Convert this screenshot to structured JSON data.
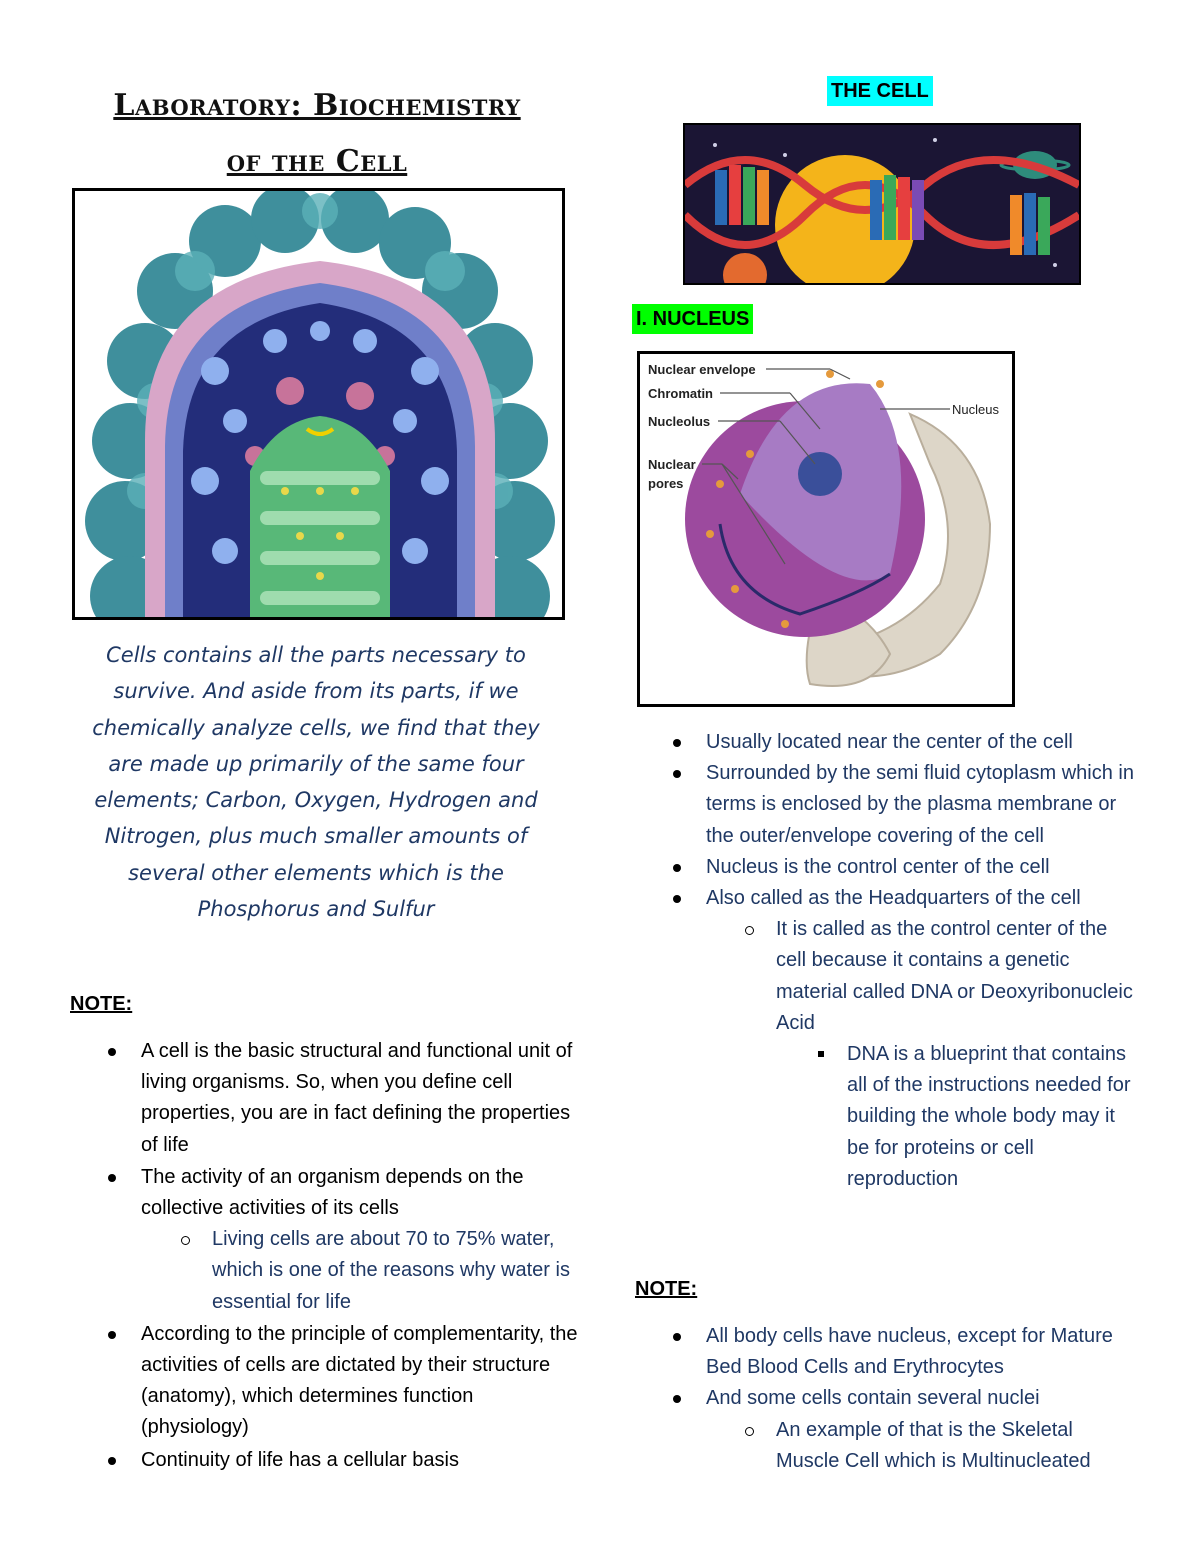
{
  "title": {
    "line1": "Laboratory: Biochemistry",
    "line2": "of the Cell"
  },
  "intro_text": "Cells contains all the parts necessary to survive. And aside from its parts, if we chemically analyze cells, we find that they are made up primarily of the same four elements; Carbon, Oxygen, Hydrogen and Nitrogen, plus much smaller amounts of several other elements which is the Phosphorus and Sulfur",
  "left_note": {
    "heading": "NOTE:",
    "bullets": [
      "A cell is the basic structural and functional unit of living organisms. So, when you define cell properties, you are in fact defining the properties of life",
      "The activity of an organism depends on the collective activities of its cells",
      "Living cells are about 70 to 75% water, which is one of the reasons why water is essential for life",
      "According to the principle of complementarity, the activities of cells are dictated by their structure (anatomy), which determines function (physiology)",
      "Continuity of life has a cellular basis"
    ]
  },
  "right": {
    "section_title": "THE CELL",
    "section_title_color": "#00ffff",
    "nucleus_heading": "I. NUCLEUS",
    "nucleus_heading_color": "#00ff00",
    "diagram_labels": {
      "envelope": "Nuclear envelope",
      "chromatin": "Chromatin",
      "nucleolus": "Nucleolus",
      "pores_1": "Nuclear",
      "pores_2": "pores",
      "nucleus": "Nucleus"
    },
    "bullets": [
      "Usually located near the center of the cell",
      "Surrounded by the semi fluid cytoplasm which in terms is enclosed by the plasma membrane or the outer/envelope covering of the cell",
      "Nucleus is the control center of the cell",
      "Also called as the Headquarters of the cell",
      "It is called as the control center of the cell because it contains a genetic material called DNA or Deoxyribonucleic Acid",
      "DNA is a blueprint that contains all of the instructions needed for building the whole body may it be for proteins or cell reproduction"
    ],
    "note": {
      "heading": "NOTE:",
      "bullets": [
        "All body cells have nucleus, except for Mature Bed Blood Cells and Erythrocytes",
        "And some cells contain several nuclei",
        "An example of that is the Skeletal Muscle Cell which is Multinucleated"
      ]
    }
  }
}
